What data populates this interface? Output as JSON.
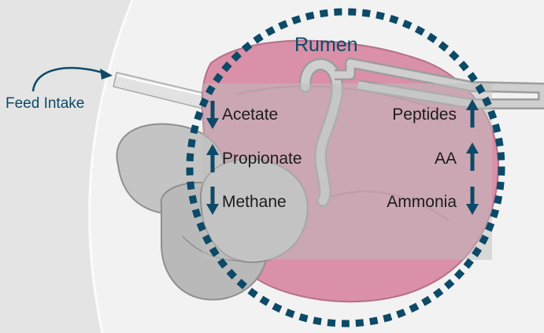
{
  "title": "Rumen",
  "feed_label": "Feed Intake",
  "left_items": [
    {
      "label": "Acetate",
      "direction": "down"
    },
    {
      "label": "Propionate",
      "direction": "up"
    },
    {
      "label": "Methane",
      "direction": "down"
    }
  ],
  "right_items": [
    {
      "label": "Peptides",
      "direction": "up"
    },
    {
      "label": "AA",
      "direction": "up"
    },
    {
      "label": "Ammonia",
      "direction": "down"
    }
  ],
  "colors": {
    "accent": "#0c4a67",
    "rumen_pink": "#d990a8",
    "organ_gray": "#bdbdbd",
    "background": "#f2f2f2"
  }
}
